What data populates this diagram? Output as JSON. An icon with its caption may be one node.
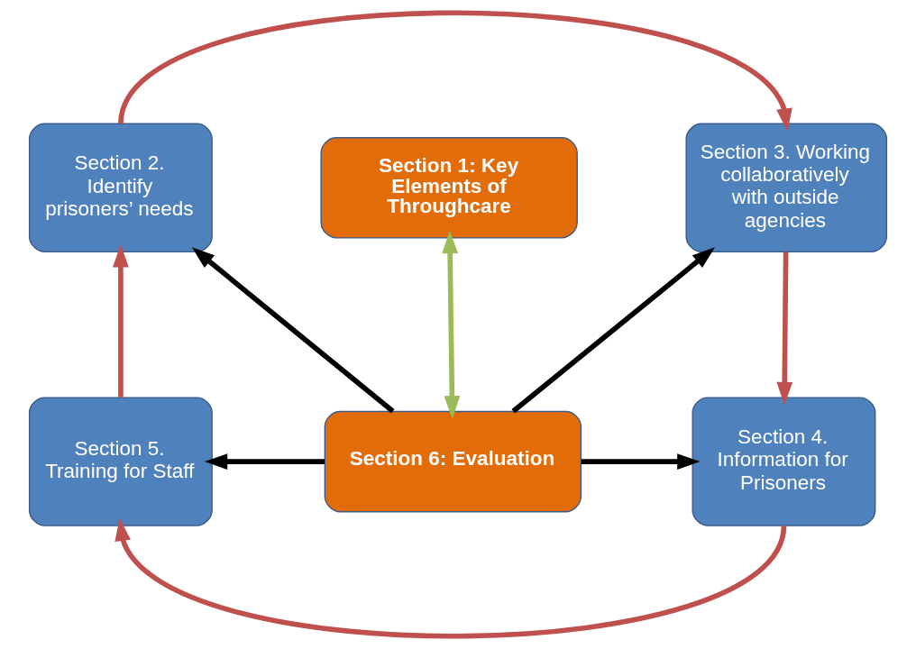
{
  "diagram": {
    "nodes": [
      {
        "text": [
          "Section 2. Identify prisoners’ needs"
        ]
      },
      {
        "text": [
          "Section 1: Key Elements of Throughcare"
        ]
      },
      {
        "text": [
          "Section 3. Working collaboratively with outside agencies"
        ]
      },
      {
        "text": [
          "Section 6: Evaluation"
        ]
      },
      {
        "text": [
          "Section 5. Training for Staff"
        ]
      },
      {
        "text": [
          "Section 4. Information for Prisoners"
        ]
      }
    ],
    "edges": [
      {
        "from": 0,
        "to": 2,
        "arrow": "to",
        "color": "#c0504d"
      },
      {
        "from": 2,
        "to": 5,
        "arrow": "to",
        "color": "#c0504d"
      },
      {
        "from": 5,
        "to": 4,
        "arrow": "to",
        "color": "#c0504d"
      },
      {
        "from": 4,
        "to": 0,
        "arrow": "to",
        "color": "#c0504d"
      },
      {
        "from": 3,
        "to": 0,
        "arrow": "to",
        "color": "#000000"
      },
      {
        "from": 3,
        "to": 2,
        "arrow": "to",
        "color": "#000000"
      },
      {
        "from": 3,
        "to": 4,
        "arrow": "to",
        "color": "#000000"
      },
      {
        "from": 3,
        "to": 5,
        "arrow": "to",
        "color": "#000000"
      },
      {
        "from": 1,
        "to": 3,
        "arrow": "both",
        "color": "#9bbb59"
      }
    ]
  }
}
